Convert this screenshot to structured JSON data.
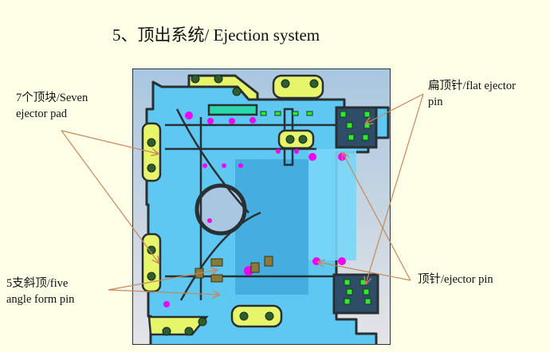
{
  "title": "5、顶出系统/ Ejection system",
  "labels": {
    "ejector_pad": [
      "7个顶块/Seven",
      "ejector pad"
    ],
    "flat_ejector_pin": [
      "扁顶针/flat ejector",
      "pin"
    ],
    "angle_form_pin": [
      "5支斜顶/five",
      "angle form pin"
    ],
    "ejector_pin": [
      "顶针/ejector pin"
    ]
  },
  "colors": {
    "background": "#FFFFE8",
    "part_body": "#5EC8F2",
    "ejector_pad": "#E6F56A",
    "ejector_pad_hole": "#2E5E2E",
    "ejector_pin": "#F000F0",
    "flat_ejector_pin": "#33E833",
    "angle_form_pin": "#8A7A3A",
    "leader_line": "#C8875A"
  }
}
